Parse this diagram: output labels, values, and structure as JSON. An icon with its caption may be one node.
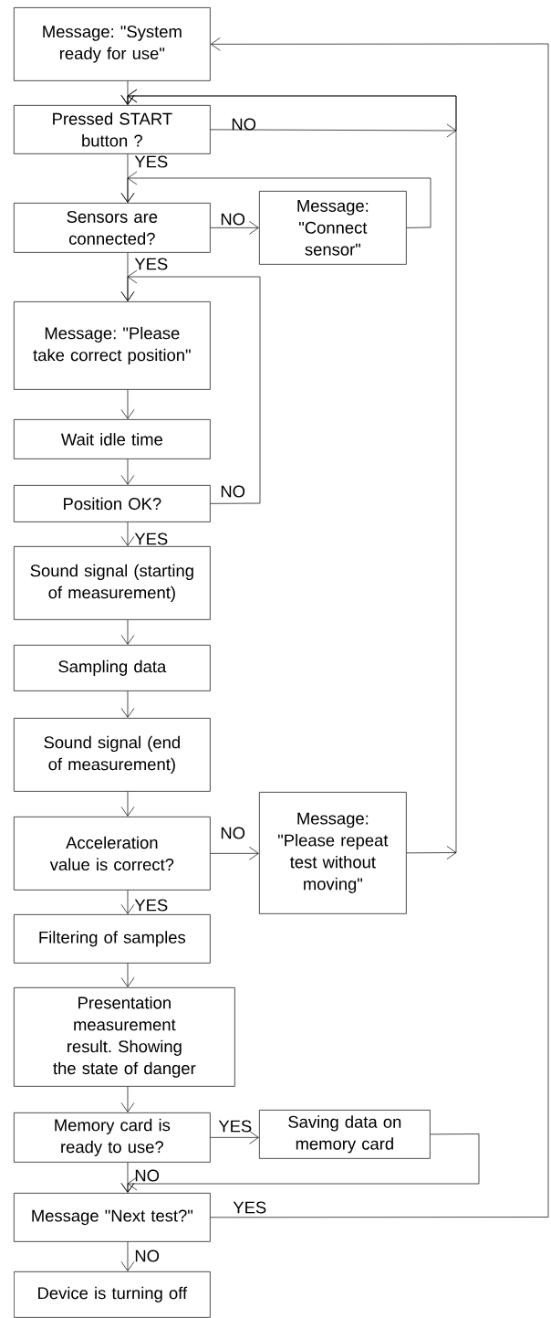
{
  "diagram": {
    "nodes": [
      {
        "text": [
          "Message: \"System ready for use\""
        ]
      },
      {
        "text": [
          "Pressed START button ?"
        ]
      },
      {
        "text": [
          "Sensors are connected?"
        ]
      },
      {
        "text": [
          "Message: \"Connect sensor\""
        ]
      },
      {
        "text": [
          "Message: \"Please take correct position\""
        ]
      },
      {
        "text": [
          "Wait idle time"
        ]
      },
      {
        "text": [
          "Position OK?"
        ]
      },
      {
        "text": [
          "Sound signal (starting of measurement)"
        ]
      },
      {
        "text": [
          "Sampling data"
        ]
      },
      {
        "text": [
          "Sound signal (end of measurement)"
        ]
      },
      {
        "text": [
          "Acceleration value is correct?"
        ]
      },
      {
        "text": [
          "Message: \"Please repeat test without moving\""
        ]
      },
      {
        "text": [
          "Filtering of samples"
        ]
      },
      {
        "text": [
          "Presentation measurement result. Showing the state of danger"
        ]
      },
      {
        "text": [
          "Memory card is ready to use?"
        ]
      },
      {
        "text": [
          "Saving data on memory card"
        ]
      },
      {
        "text": [
          "Message \"Next test?\""
        ]
      },
      {
        "text": [
          "Device is turning off"
        ]
      }
    ],
    "edges": [
      {
        "from": 0,
        "to": 1,
        "arrow": "to"
      },
      {
        "from": 1,
        "to": 2,
        "arrow": "to",
        "label": "YES"
      },
      {
        "from": 1,
        "to": 1,
        "arrow": "to",
        "label": "NO"
      },
      {
        "from": 2,
        "to": 3,
        "arrow": "to",
        "label": "NO"
      },
      {
        "from": 3,
        "to": 2,
        "arrow": "to"
      },
      {
        "from": 2,
        "to": 4,
        "arrow": "to",
        "label": "YES"
      },
      {
        "from": 6,
        "to": 4,
        "arrow": "to",
        "label": "NO"
      },
      {
        "from": 4,
        "to": 5,
        "arrow": "to"
      },
      {
        "from": 5,
        "to": 6,
        "arrow": "to"
      },
      {
        "from": 6,
        "to": 7,
        "arrow": "to",
        "label": "YES"
      },
      {
        "from": 7,
        "to": 8,
        "arrow": "to"
      },
      {
        "from": 8,
        "to": 9,
        "arrow": "to"
      },
      {
        "from": 9,
        "to": 10,
        "arrow": "to"
      },
      {
        "from": 10,
        "to": 11,
        "arrow": "to",
        "label": "NO"
      },
      {
        "from": 10,
        "to": 12,
        "arrow": "to",
        "label": "YES"
      },
      {
        "from": 11,
        "to": 1,
        "arrow": "to"
      },
      {
        "from": 12,
        "to": 13,
        "arrow": "to"
      },
      {
        "from": 13,
        "to": 14,
        "arrow": "to"
      },
      {
        "from": 14,
        "to": 15,
        "arrow": "to",
        "label": "YES"
      },
      {
        "from": 14,
        "to": 16,
        "arrow": "to",
        "label": "NO"
      },
      {
        "from": 15,
        "to": 16,
        "arrow": "to"
      },
      {
        "from": 16,
        "to": 17,
        "arrow": "to",
        "label": "NO"
      },
      {
        "from": 16,
        "to": 0,
        "arrow": "to",
        "label": "YES"
      }
    ]
  }
}
